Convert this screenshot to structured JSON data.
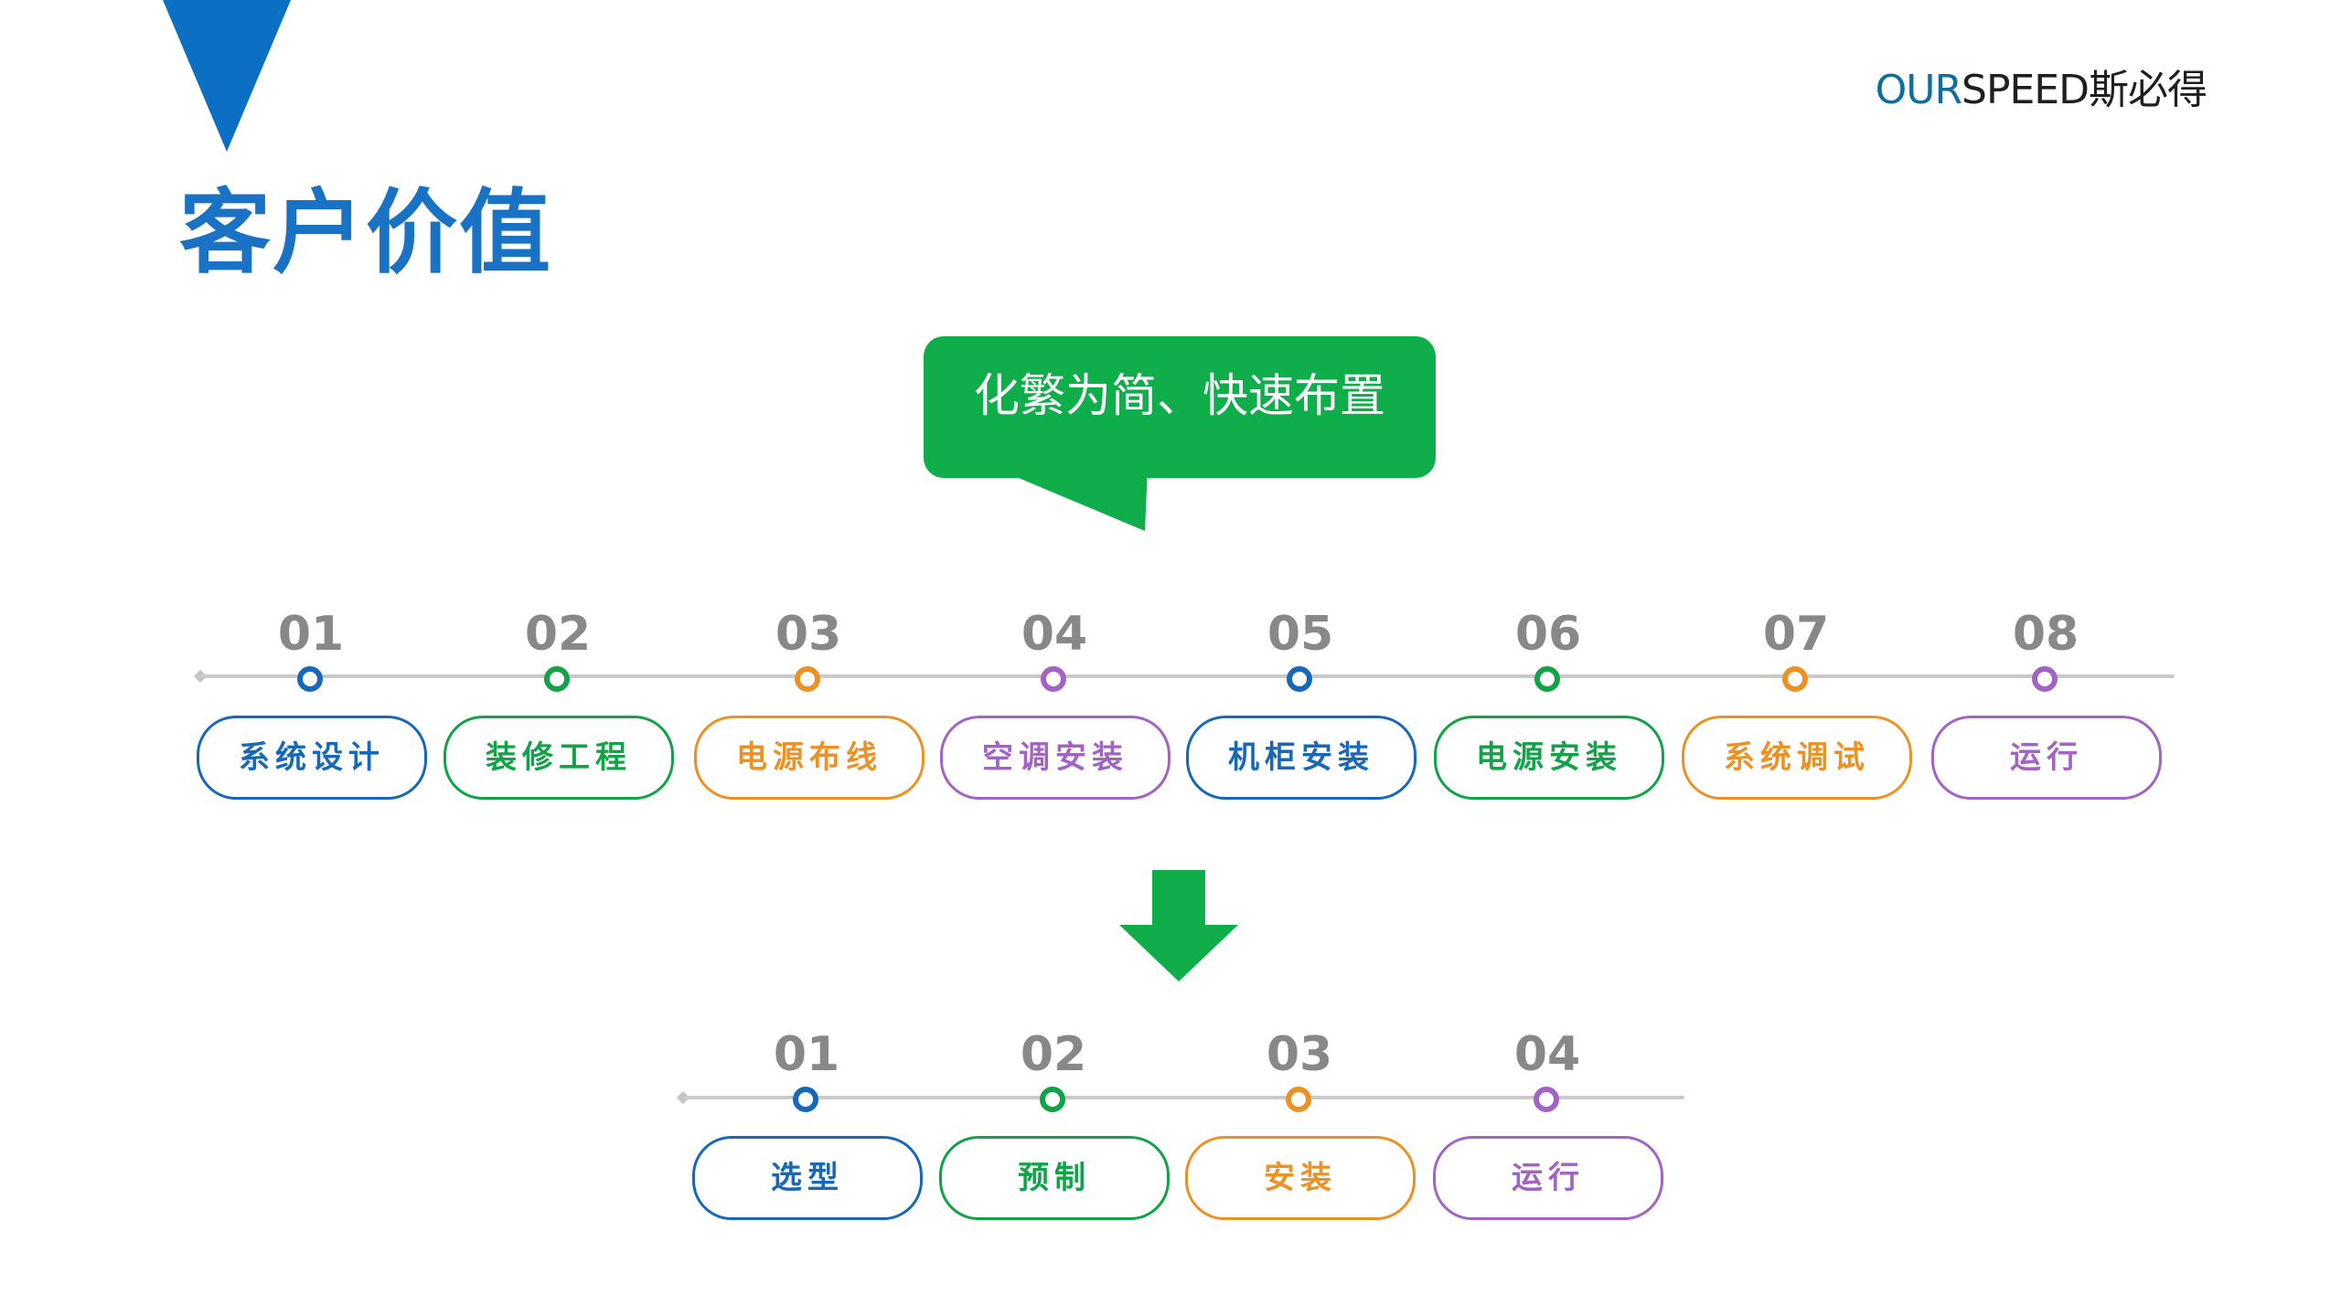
{
  "brand": {
    "prefix": "OUR",
    "suffix": "SPEED斯必得"
  },
  "title": "客户价值",
  "callout": {
    "text": "化繁为简、快速布置"
  },
  "colors": {
    "blue": "#1768b8",
    "green": "#12a248",
    "orange": "#ec9225",
    "purple": "#a363c4",
    "title_blue": "#1a72c4",
    "callout_green": "#10ad4b",
    "arrow_green": "#10ad4b",
    "accent_triangle": "#0b6fc3"
  },
  "before": {
    "steps": [
      {
        "number": "01",
        "label": "系统设计",
        "color": "blue"
      },
      {
        "number": "02",
        "label": "装修工程",
        "color": "green"
      },
      {
        "number": "03",
        "label": "电源布线",
        "color": "orange"
      },
      {
        "number": "04",
        "label": "空调安装",
        "color": "purple"
      },
      {
        "number": "05",
        "label": "机柜安装",
        "color": "blue"
      },
      {
        "number": "06",
        "label": "电源安装",
        "color": "green"
      },
      {
        "number": "07",
        "label": "系统调试",
        "color": "orange"
      },
      {
        "number": "08",
        "label": "运行",
        "color": "purple"
      }
    ]
  },
  "after": {
    "steps": [
      {
        "number": "01",
        "label": "选型",
        "color": "blue"
      },
      {
        "number": "02",
        "label": "预制",
        "color": "green"
      },
      {
        "number": "03",
        "label": "安装",
        "color": "orange"
      },
      {
        "number": "04",
        "label": "运行",
        "color": "purple"
      }
    ]
  }
}
